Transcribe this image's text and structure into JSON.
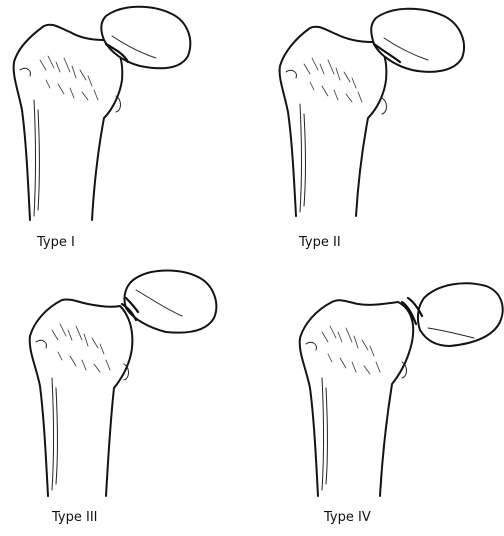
{
  "figure": {
    "panels": [
      {
        "caption": "Type I"
      },
      {
        "caption": "Type II"
      },
      {
        "caption": "Type III"
      },
      {
        "caption": "Type IV"
      }
    ]
  }
}
